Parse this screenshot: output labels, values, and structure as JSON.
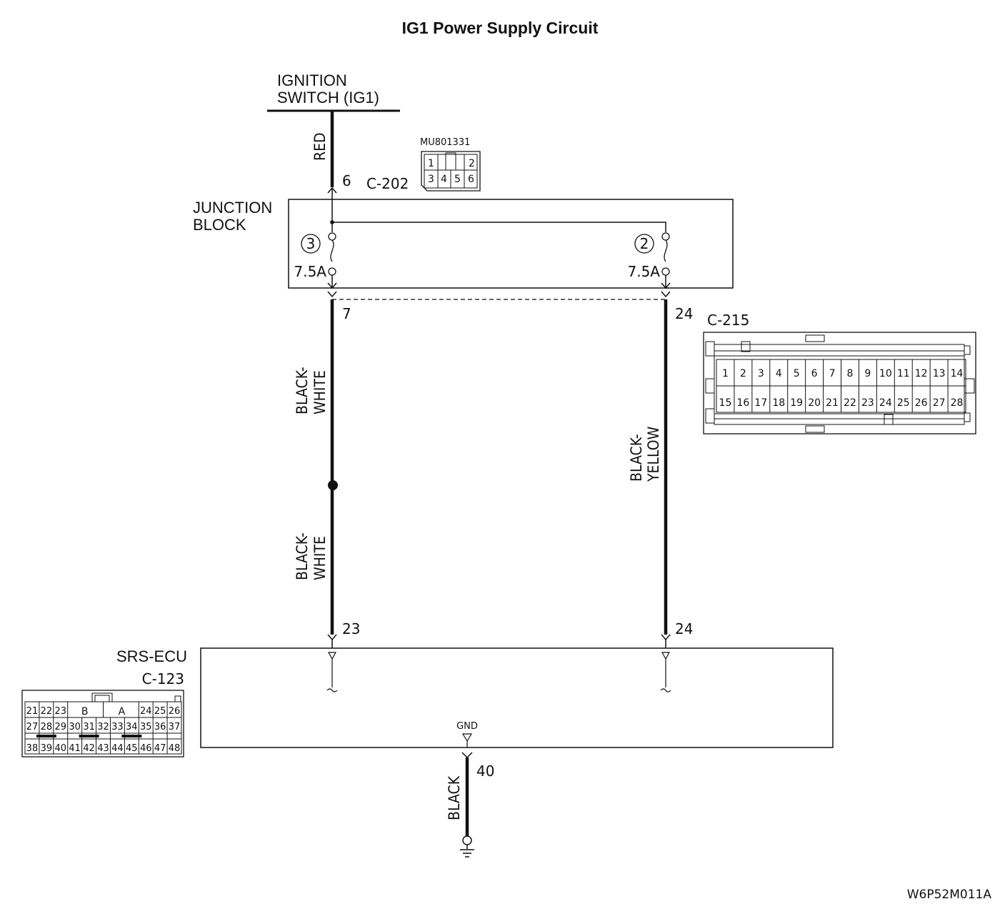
{
  "title": "IG1 Power Supply Circuit",
  "ignition": {
    "line1": "IGNITION",
    "line2": "SWITCH (IG1)"
  },
  "wires": {
    "red": "RED",
    "bw1_a": "BLACK-",
    "bw1_b": "WHITE",
    "bw2_a": "BLACK-",
    "bw2_b": "WHITE",
    "by_a": "BLACK-",
    "by_b": "YELLOW",
    "black": "BLACK"
  },
  "junction_block": {
    "line1": "JUNCTION",
    "line2": "BLOCK"
  },
  "fuses": [
    {
      "number": "3",
      "rating": "7.5A"
    },
    {
      "number": "2",
      "rating": "7.5A"
    }
  ],
  "pins": {
    "c202_in": "6",
    "jb_out_left": "7",
    "jb_out_right": "24",
    "ecu_left": "23",
    "ecu_right": "24",
    "ground": "40"
  },
  "connectors": {
    "c202": "C-202",
    "c215": "C-215",
    "ecu": "C-123"
  },
  "mu_part": {
    "code": "MU801331",
    "top_row": [
      "1",
      "2"
    ],
    "bottom_row": [
      "3",
      "4",
      "5",
      "6"
    ]
  },
  "c215_pins": {
    "row1": [
      "1",
      "2",
      "3",
      "4",
      "5",
      "6",
      "7",
      "8",
      "9",
      "10",
      "11",
      "12",
      "13",
      "14"
    ],
    "row2": [
      "15",
      "16",
      "17",
      "18",
      "19",
      "20",
      "21",
      "22",
      "23",
      "24",
      "25",
      "26",
      "27",
      "28"
    ]
  },
  "ecu": {
    "name": "SRS-ECU",
    "gnd": "GND"
  },
  "c123_pins": {
    "row1_left": [
      "21",
      "22",
      "23"
    ],
    "row1_mid": [
      "B",
      "A"
    ],
    "row1_right": [
      "24",
      "25",
      "26"
    ],
    "row2": [
      "27",
      "28",
      "29",
      "30",
      "31",
      "32",
      "33",
      "34",
      "35",
      "36",
      "37"
    ],
    "row3": [
      "38",
      "39",
      "40",
      "41",
      "42",
      "43",
      "44",
      "45",
      "46",
      "47",
      "48"
    ]
  },
  "doc_code": "W6P52M011A"
}
